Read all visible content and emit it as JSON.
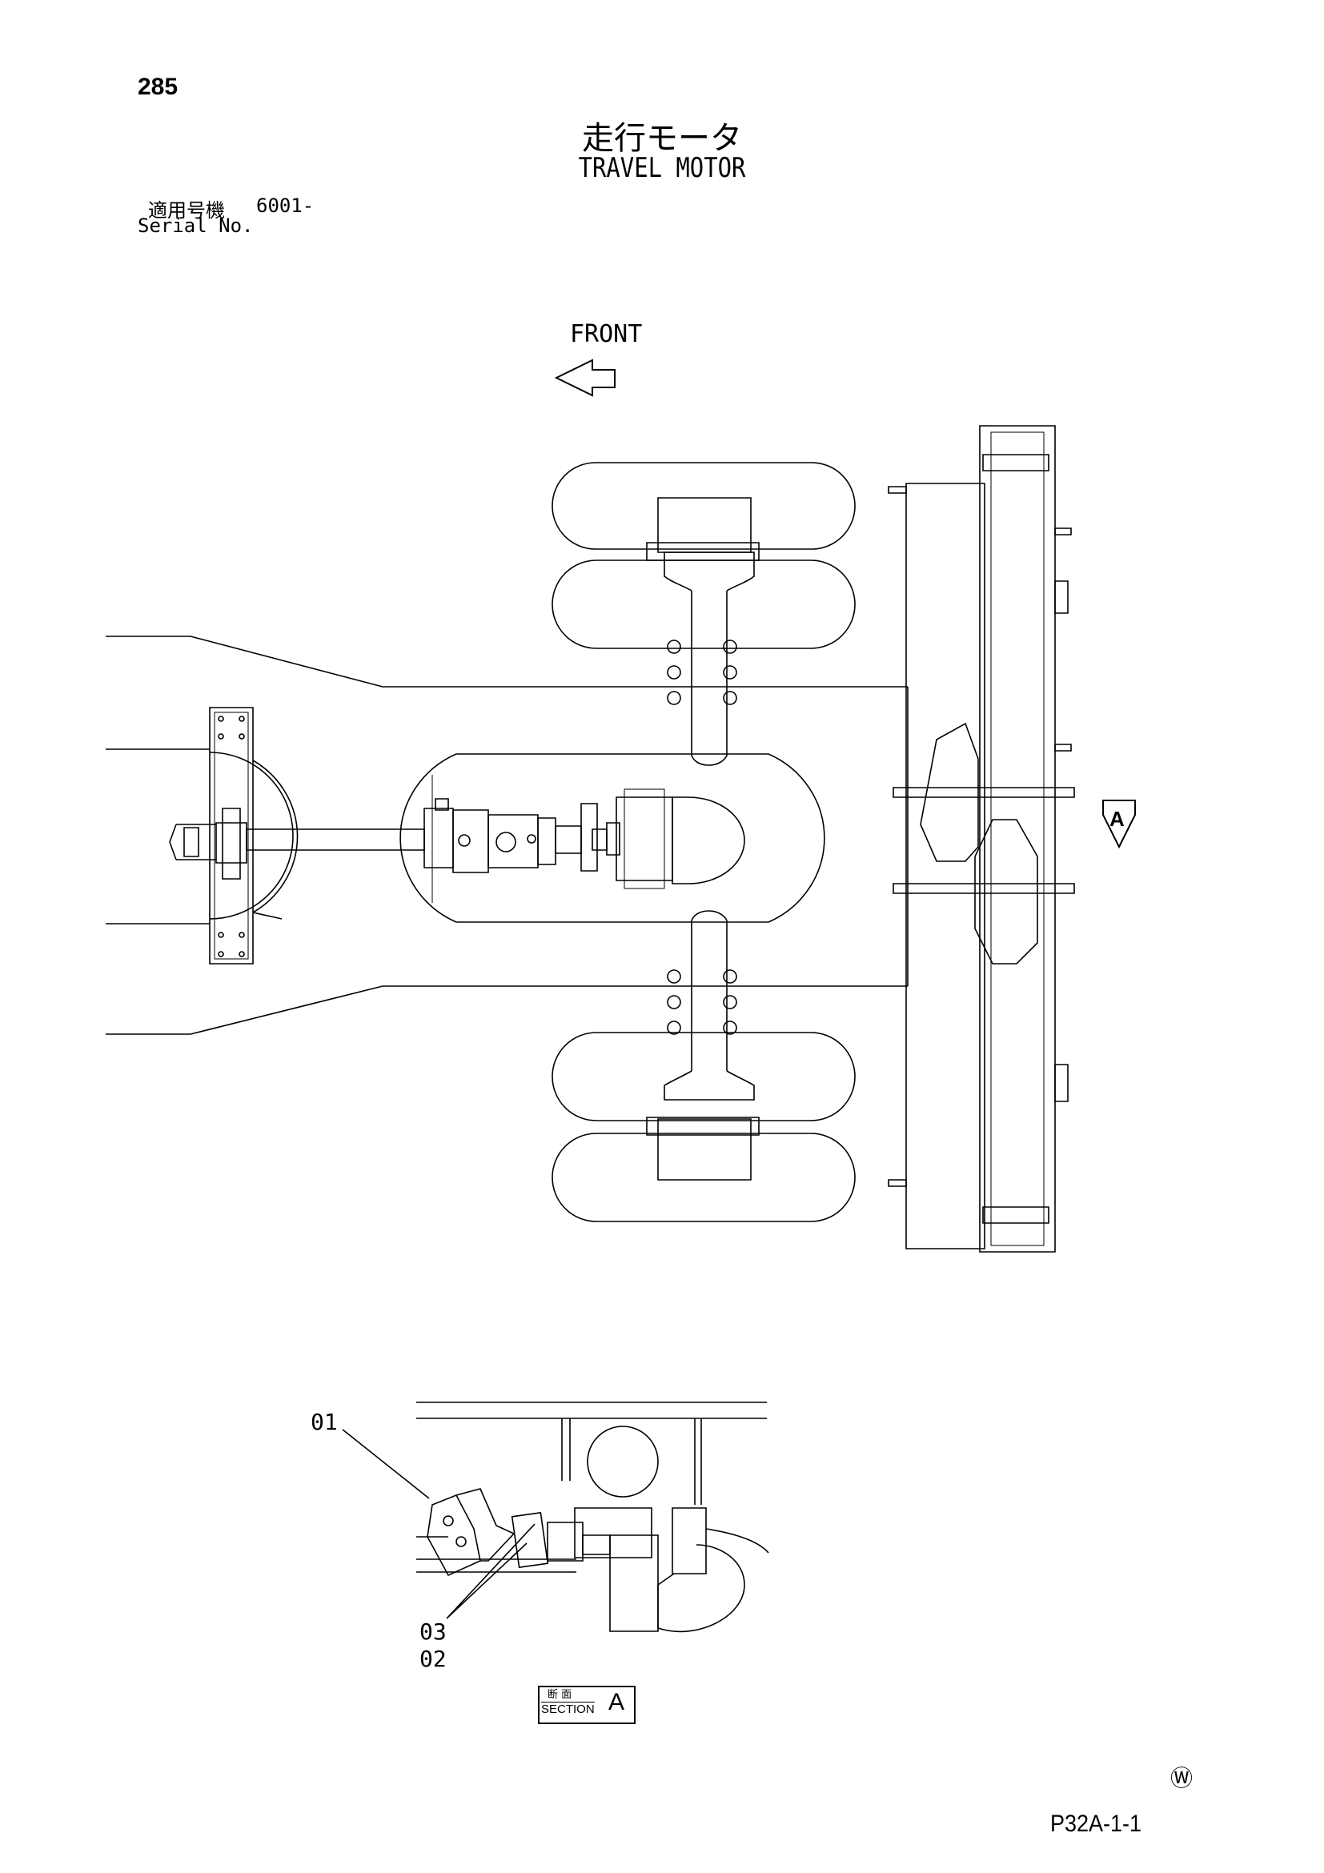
{
  "page_number": "285",
  "title_ja": "走行モータ",
  "title_en": "TRAVEL MOTOR",
  "serial": {
    "label_ja": "適用号機",
    "value": "6001-",
    "label_en": "Serial No."
  },
  "front_label": "FRONT",
  "view_label": "A",
  "callouts": [
    "01",
    "03",
    "02"
  ],
  "section": {
    "label_ja": "断 面",
    "label_en": "SECTION",
    "letter": "A"
  },
  "mark": "Ⓦ",
  "doc_code": "P32A-1-1",
  "icons": [
    "front-arrow-icon",
    "view-arrow-icon"
  ],
  "colors": {
    "ink": "#000000",
    "paper": "#ffffff"
  }
}
